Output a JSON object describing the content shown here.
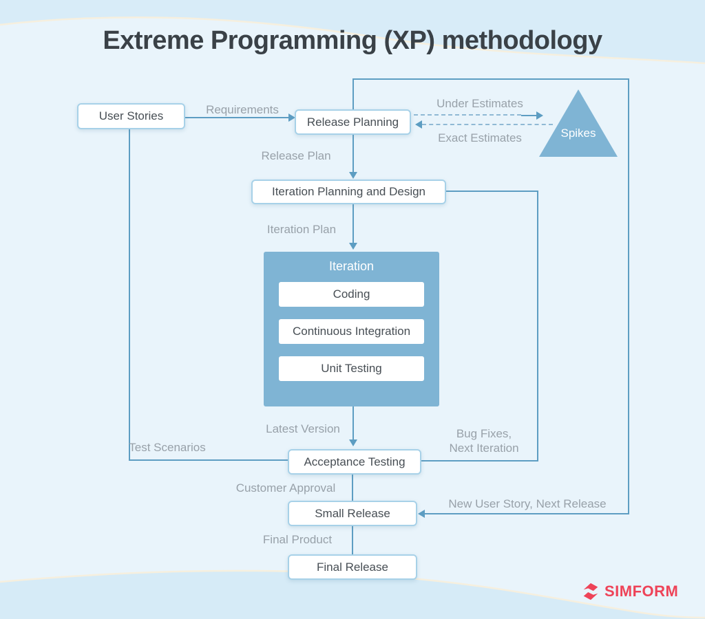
{
  "title": "Extreme Programming (XP) methodology",
  "nodes": {
    "user_stories": "User Stories",
    "release_planning": "Release Planning",
    "spikes": "Spikes",
    "iteration_planning": "Iteration Planning and Design",
    "iteration_header": "Iteration",
    "coding": "Coding",
    "continuous_integration": "Continuous Integration",
    "unit_testing": "Unit Testing",
    "acceptance_testing": "Acceptance Testing",
    "small_release": "Small Release",
    "final_release": "Final Release"
  },
  "edge_labels": {
    "requirements": "Requirements",
    "under_estimates": "Under Estimates",
    "exact_estimates": "Exact Estimates",
    "release_plan": "Release Plan",
    "iteration_plan": "Iteration Plan",
    "latest_version": "Latest Version",
    "test_scenarios": "Test Scenarios",
    "bug_fixes_line1": "Bug Fixes,",
    "bug_fixes_line2": "Next Iteration",
    "customer_approval": "Customer Approval",
    "new_user_story": "New User Story, Next Release",
    "final_product": "Final Product"
  },
  "branding": {
    "logo_text": "SIMFORM"
  },
  "colors": {
    "background": "#e9f4fb",
    "wave_blue": "#d8ecf8",
    "accent_blue": "#7fb4d4",
    "line_blue": "#5d9dc2",
    "box_border": "#a7d1e8",
    "label_gray": "#98a1a9",
    "title_dark": "#3a4147",
    "brand_red": "#ee4358"
  }
}
